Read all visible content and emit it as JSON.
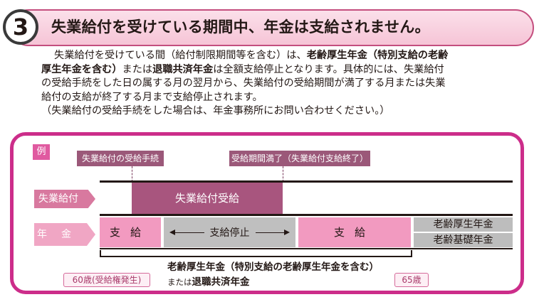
{
  "header": {
    "number": "3",
    "title": "失業給付を受けている期間中、年金は支給されません。"
  },
  "body": {
    "line1_a": "失業給付を受けている間（給付制限期間等を含む）は、",
    "line1_b": "老齢厚生年金（特別支給の老齢",
    "line2_a": "厚生年金を含む）",
    "line2_b": "または",
    "line2_c": "退職共済年金",
    "line2_d": "は全額支給停止となります。具体的には、失業給付",
    "line3": "の受給手続をした日の属する月の翌月から、失業給付の受給期間が満了する月または失業",
    "line4": "給付の支給が終了する月まで支給停止されます。",
    "line5": "（失業給付の受給手続をした場合は、年金事務所にお問い合わせください。）"
  },
  "example": {
    "tag": "例",
    "callout_start": "失業給付の受給手続",
    "callout_end": "受給期間満了（失業給付支給終了）",
    "row1_label": "失業給付",
    "row1_bar": "失業給付受給",
    "row2_label": "年金",
    "pay_left": "支給",
    "stop": "支給停止",
    "pay_right": "支給",
    "pension_top": "老齢厚生年金",
    "pension_bottom": "老齢基礎年金",
    "bottom_line1": "老齢厚生年金（特別支給の老齢厚生年金を含む）",
    "bottom_line2_small": "または",
    "bottom_line2": "退職共済年金",
    "age_left": "60歳(受給権発生)",
    "age_right": "65歳"
  }
}
